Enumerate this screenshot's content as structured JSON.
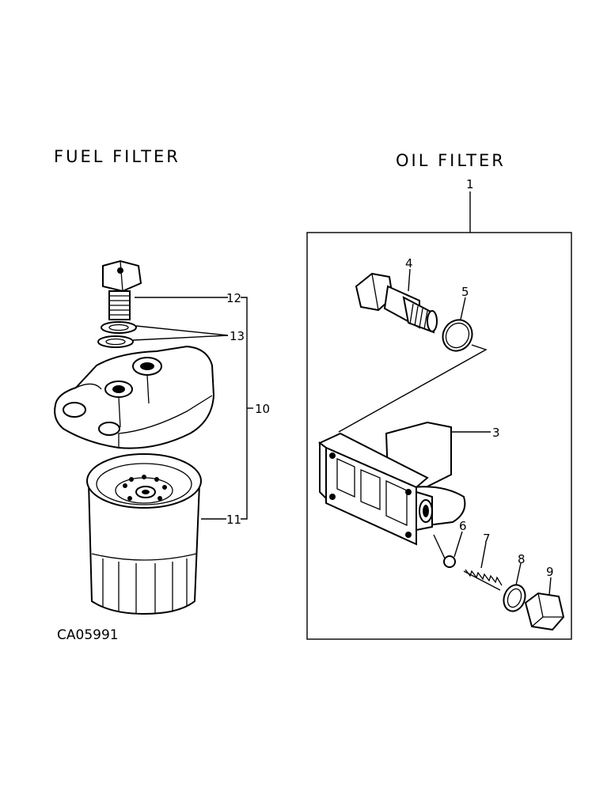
{
  "titles": {
    "fuel_filter": "FUEL FILTER",
    "oil_filter": "OIL FILTER"
  },
  "callouts": {
    "c1": "1",
    "c3": "3",
    "c4": "4",
    "c5": "5",
    "c6": "6",
    "c7": "7",
    "c8": "8",
    "c9": "9",
    "c10": "10",
    "c11": "11",
    "c12": "12",
    "c13": "13"
  },
  "drawing_code": "CA05991"
}
